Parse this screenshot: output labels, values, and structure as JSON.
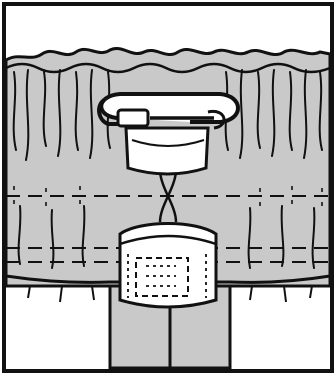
{
  "illustration": {
    "palette": {
      "fabric": "#c9c9c9",
      "line": "#111111",
      "paper": "#ffffff",
      "frame": "#111111"
    },
    "parts": [
      "curtain-heading",
      "safety-pin-icon",
      "cord-loop",
      "pleat-tape",
      "stitched-fabric-tab",
      "curtain-drop-panels"
    ]
  }
}
